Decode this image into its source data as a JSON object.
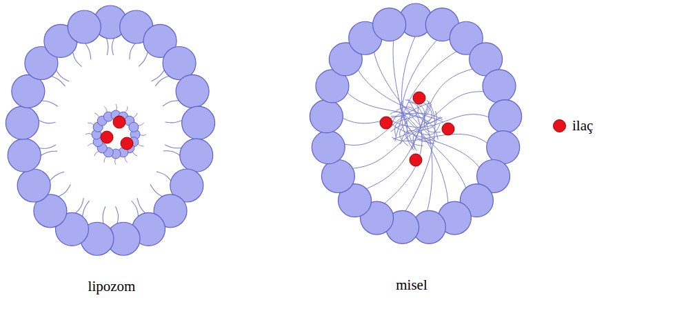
{
  "diagram": {
    "labels": [
      "lipozom",
      "misel"
    ],
    "legend": [
      {
        "text": "ilaç",
        "color": "#e8121c"
      }
    ]
  }
}
